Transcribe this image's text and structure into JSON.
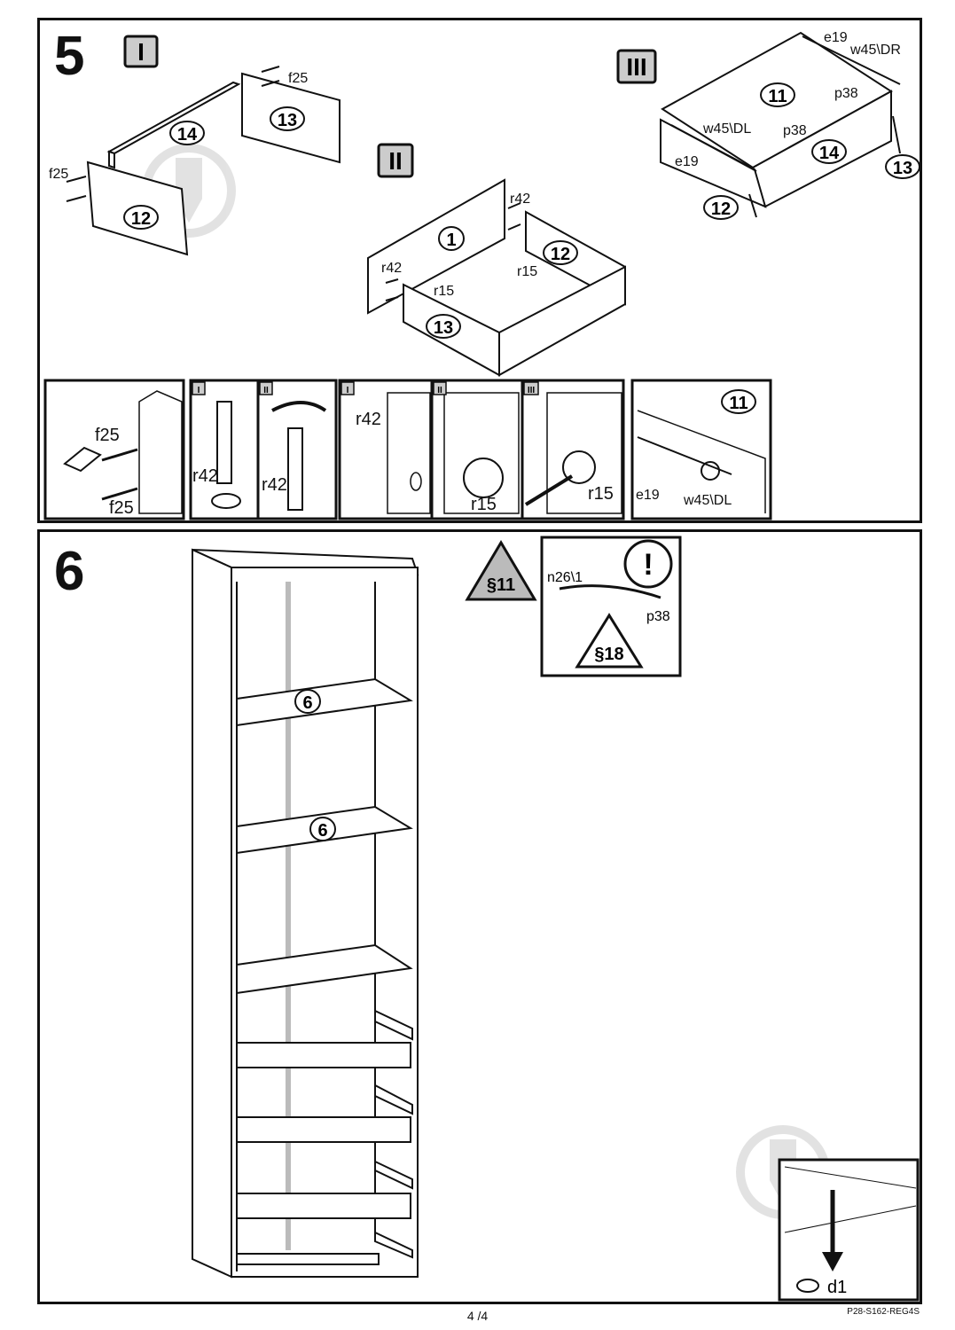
{
  "steps": [
    {
      "number": "5",
      "substeps": [
        "I",
        "II",
        "III"
      ]
    },
    {
      "number": "6"
    }
  ],
  "parts": {
    "p1": "1",
    "p6": "6",
    "p11": "11",
    "p12": "12",
    "p13": "13",
    "p14": "14"
  },
  "hardware": {
    "f25": "f25",
    "r42": "r42",
    "r15": "r15",
    "e19": "e19",
    "w45dr": "w45\\DR",
    "w45dl": "w45\\DL",
    "p38": "p38",
    "n26": "n26\\1",
    "d1": "d1"
  },
  "detail_tags": [
    "I",
    "II",
    "I",
    "II",
    "III"
  ],
  "warnings": {
    "s11": "§11",
    "s18": "§18",
    "attention": "!"
  },
  "footer": {
    "page": "4 /4",
    "code": "P28-S162-REG4S"
  }
}
